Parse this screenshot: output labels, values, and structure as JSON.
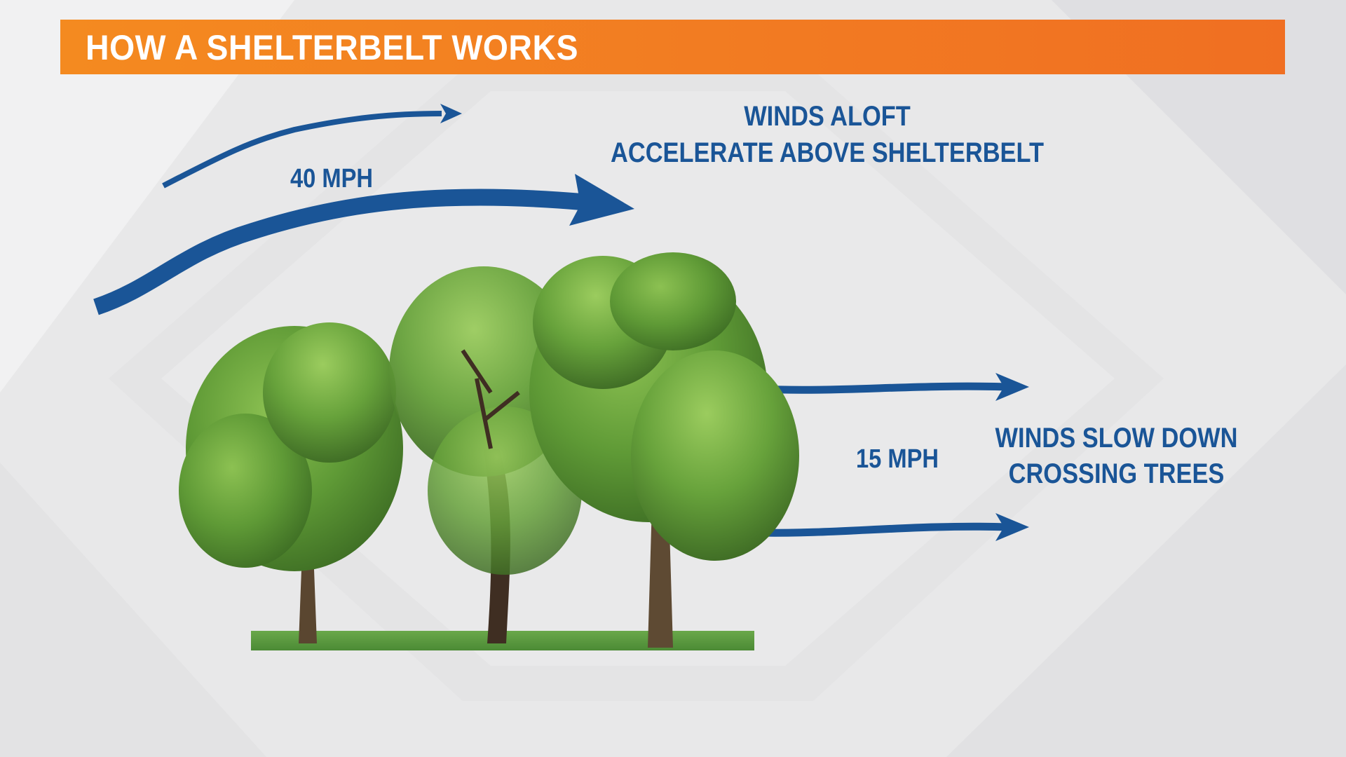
{
  "header": {
    "title": "HOW A SHELTERBELT WORKS",
    "background_color": "#f27a22",
    "text_color": "#ffffff"
  },
  "upper_flow": {
    "speed_label": "40 MPH",
    "caption_line1": "WINDS ALOFT",
    "caption_line2": "ACCELERATE ABOVE SHELTERBELT",
    "arrows": [
      {
        "name": "thin-upper-arrow",
        "direction": "right-upward"
      },
      {
        "name": "thick-upper-arrow",
        "direction": "right-upward"
      }
    ]
  },
  "lower_flow": {
    "speed_label": "15 MPH",
    "caption_line1": "WINDS SLOW DOWN",
    "caption_line2": "CROSSING TREES",
    "arrows": [
      {
        "name": "lower-arrow-top",
        "direction": "right"
      },
      {
        "name": "lower-arrow-bottom",
        "direction": "right"
      }
    ]
  },
  "illustration": {
    "subject": "three-trees-shelterbelt",
    "tree_count": 3
  },
  "colors": {
    "arrow_blue": "#1a5597",
    "text_blue": "#1a5597",
    "background": "#e9e9ea",
    "foliage": "#5d9a35"
  }
}
